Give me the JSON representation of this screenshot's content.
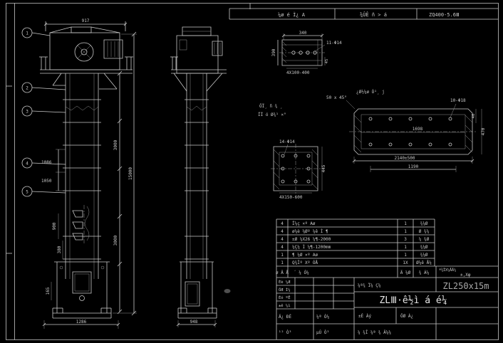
{
  "colors": {
    "background": "#000000",
    "line": "#c9c9c9",
    "dim_text": "#c9c9c9",
    "model_text": "#a8a8a8"
  },
  "header": {
    "process_note": "¼ø é Ì¿ A",
    "material_note": "¾ÛÊ ñ > á",
    "model_code": "ZQ400-5.6Ⅲ"
  },
  "front": {
    "dim_width": "917",
    "dim_height": "15000",
    "dim_sec_a": "3000",
    "dim_sec_b": "3000",
    "dim_1086": "1086",
    "dim_1050": "1050",
    "dim_900": "900",
    "dim_380": "380",
    "dim_165": "165",
    "dim_base": "1286",
    "balloons": [
      "1",
      "2",
      "3",
      "4",
      "5"
    ]
  },
  "side": {
    "dim_base": "948"
  },
  "channel": {
    "dim_width": "340",
    "holes": "11-Φ14",
    "dim_height": "390",
    "spacing": "4X100-400",
    "dim_thickness": "45"
  },
  "plate": {
    "chamfer": "50 x 45°",
    "note": "¿Ø½¼ø Ò¹¸ j",
    "holes": "10-Φ18",
    "dim_inner": "1698",
    "dim_overall": "2140±500",
    "dim_sub": "1190",
    "dim_edge": "40",
    "dim_height": "470"
  },
  "flange": {
    "holes": "14-Φ14",
    "note1": "ÖÏ¸ ñ ¾ ¸",
    "note2": "ÏÏ ó Ø¾¹ ×°",
    "dim_height": "445",
    "spacing": "4X150-600"
  },
  "parts": {
    "rows": [
      {
        "no": "4",
        "name": "Ï¼ç ×º Aø",
        "qty": "1",
        "mat": "¾¼Ø"
      },
      {
        "no": "4",
        "name": "ø¼è ¼Øº ¼ê Ì ¶",
        "qty": "1",
        "mat": "Ø ¾¼"
      },
      {
        "no": "4",
        "name": "±Ø ¼X26 ¼¶-2000",
        "qty": "3",
        "mat": "¼ ¾Ø"
      },
      {
        "no": "4",
        "name": "¼Ç¼ Ì ¼¶-1200mm",
        "qty": "1",
        "mat": "¾¼Ø"
      },
      {
        "no": "1",
        "name": "¶ ¼Ø ×º Aø",
        "qty": "1",
        "mat": "¾¼Ø"
      },
      {
        "no": "1",
        "name": "Q¾Îº Xº ÓÅ",
        "qty": "1X",
        "mat": "Ø¼ê Å¼"
      }
    ],
    "footer": {
      "col_no": "ø Ä Å",
      "col_name": "´ ¼ Ó¼",
      "col_qty": "Ä ¼Ø",
      "col_mat": "¾ Á¼",
      "right_note": "ª¾ÏX¼ÅÄ¼",
      "right_code": "±,Xφ"
    }
  },
  "title": {
    "sig_labels": [
      "Éè ¼Æ",
      "ÖÆ Í¼",
      "Éó ºË",
      "±ê ¼ì"
    ],
    "date_label": "Ä¿ ÐÈ",
    "aux_label": "¼ª Ò¼",
    "sheet1": "¹² Ò³",
    "sheet2": "µÚ Ò³",
    "top_note": "¼ª¾ Ï¼ Ç¼",
    "model": "ZL250x15m",
    "name": "ZLⅢ·ê½ì á é¼",
    "scale_label": "±È Àý",
    "weight_label": "ÖØ Á¿",
    "bottom_note": "¼ ¾Î ¼ª ¾ Ä¼¼"
  }
}
